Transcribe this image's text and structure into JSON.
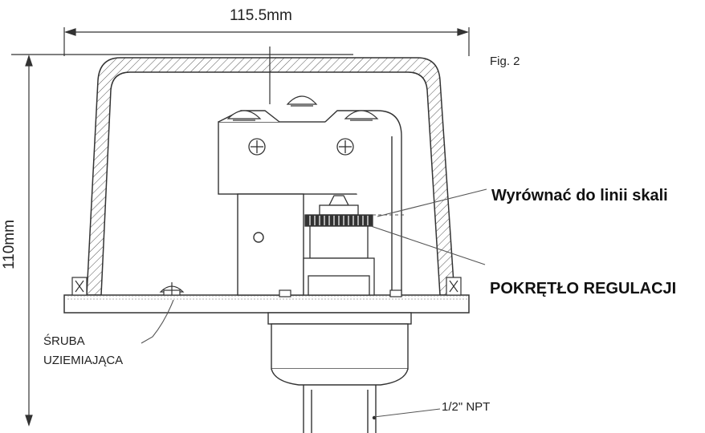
{
  "figure_label": "Fig. 2",
  "dimensions": {
    "width": "115.5mm",
    "height": "110mm"
  },
  "callouts": {
    "align_to_scale": "Wyrównać do linii skali",
    "adjust_knob": "POKRĘTŁO REGULACJI",
    "ground_screw_line1": "ŚRUBA",
    "ground_screw_line2": "UZIEMIAJĄCA",
    "pipe_thread": "1/2\" NPT"
  }
}
